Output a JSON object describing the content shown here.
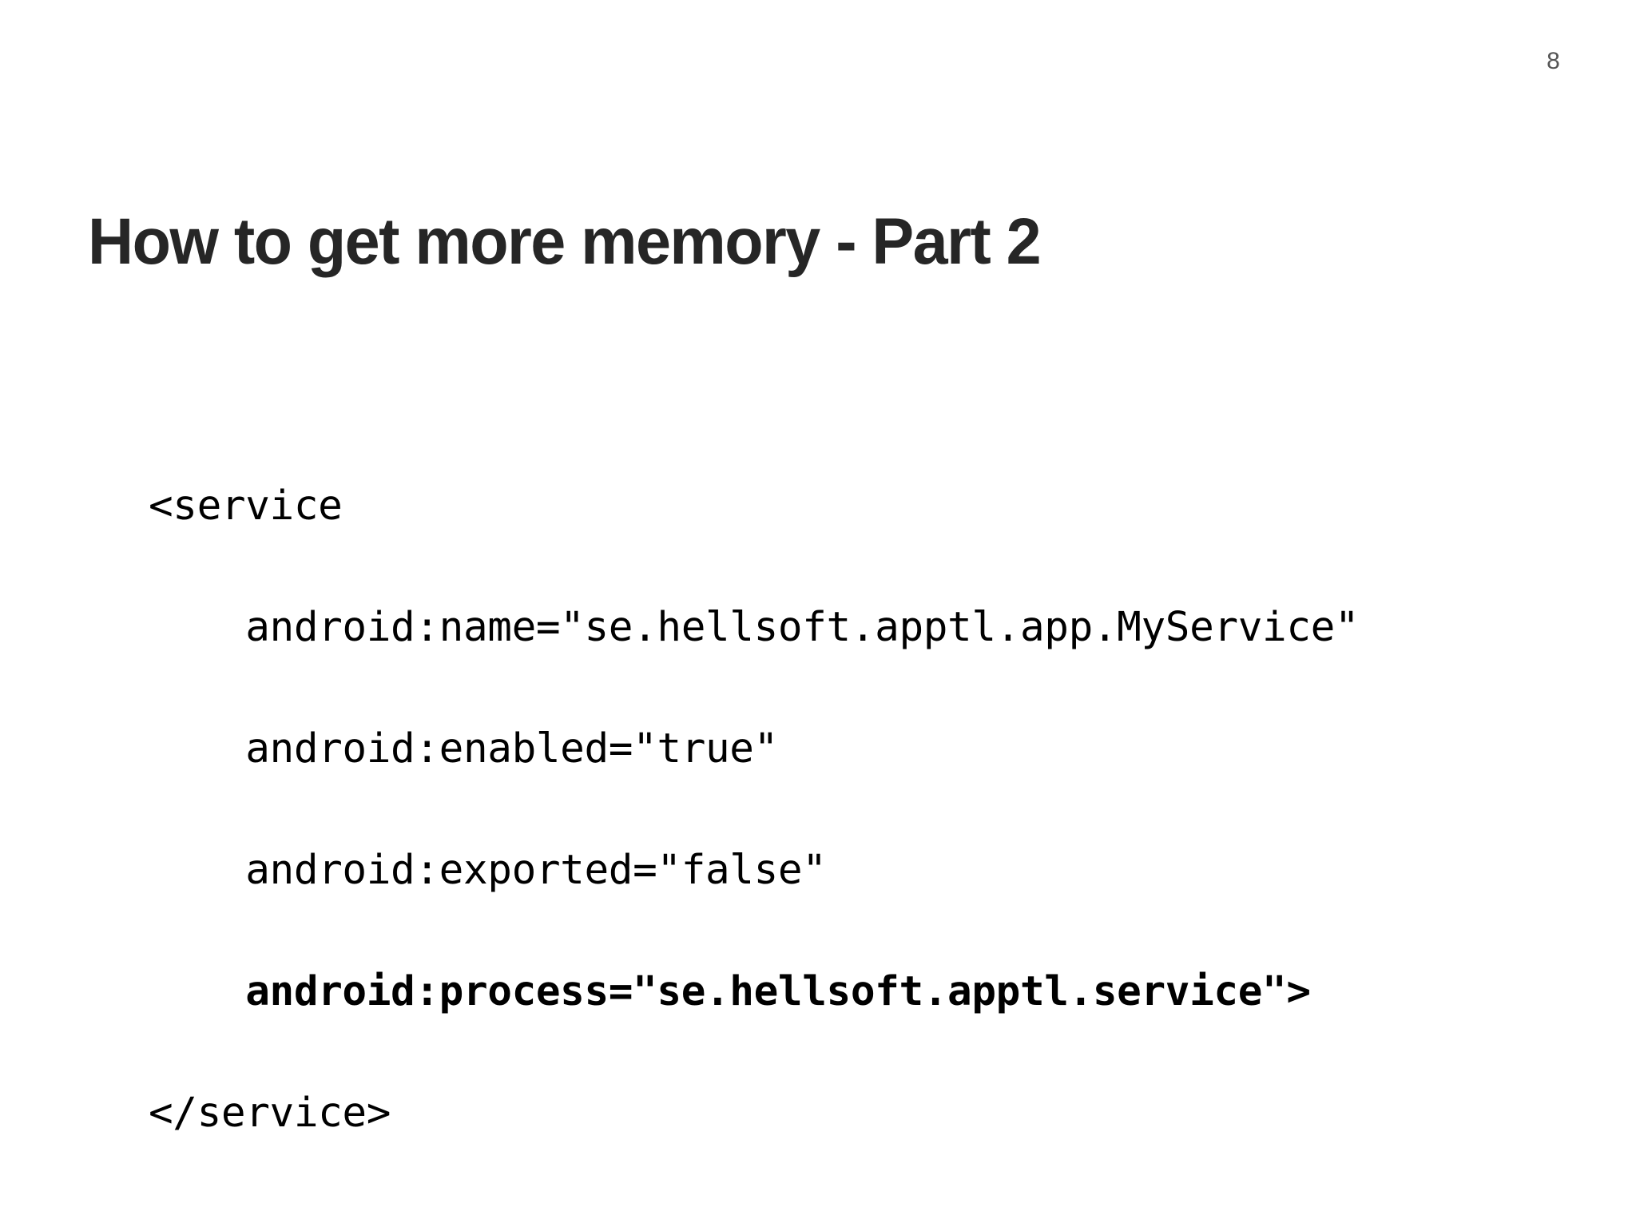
{
  "slide": {
    "page_number": "8",
    "title": "How to get more memory - Part 2",
    "background_color": "#ffffff",
    "title_color": "#262626",
    "page_number_color": "#555555",
    "code_color": "#000000"
  },
  "code": {
    "language": "xml",
    "lines": [
      {
        "text": "<service",
        "bold": false
      },
      {
        "text": "    android:name=\"se.hellsoft.apptl.app.MyService\"",
        "bold": false
      },
      {
        "text": "    android:enabled=\"true\"",
        "bold": false
      },
      {
        "text": "    android:exported=\"false\"",
        "bold": false
      },
      {
        "text": "    android:process=\"se.hellsoft.apptl.service\">",
        "bold": true
      },
      {
        "text": "</service>",
        "bold": false
      }
    ]
  }
}
